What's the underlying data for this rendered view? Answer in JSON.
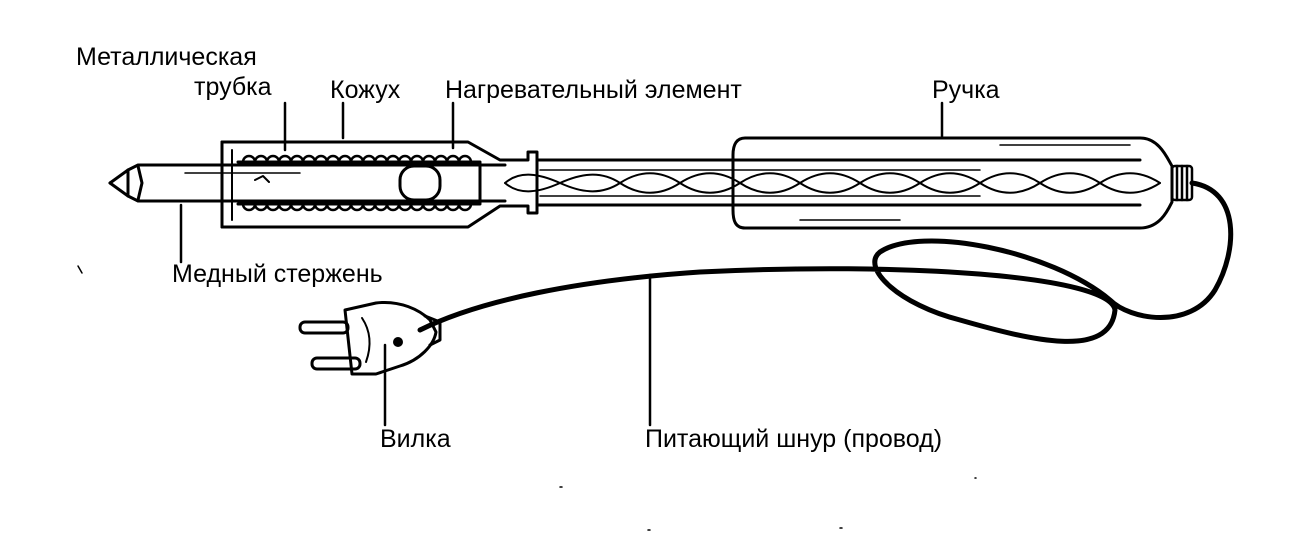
{
  "labels": {
    "metal_tube": "Металлическая\nтрубка",
    "casing": "Кожух",
    "heating_element": "Нагревательный элемент",
    "handle": "Ручка",
    "copper_rod": "Медный стержень",
    "plug": "Вилка",
    "power_cord": "Питающий шнур (провод)"
  },
  "colors": {
    "ink": "#000000",
    "paper": "#ffffff"
  }
}
